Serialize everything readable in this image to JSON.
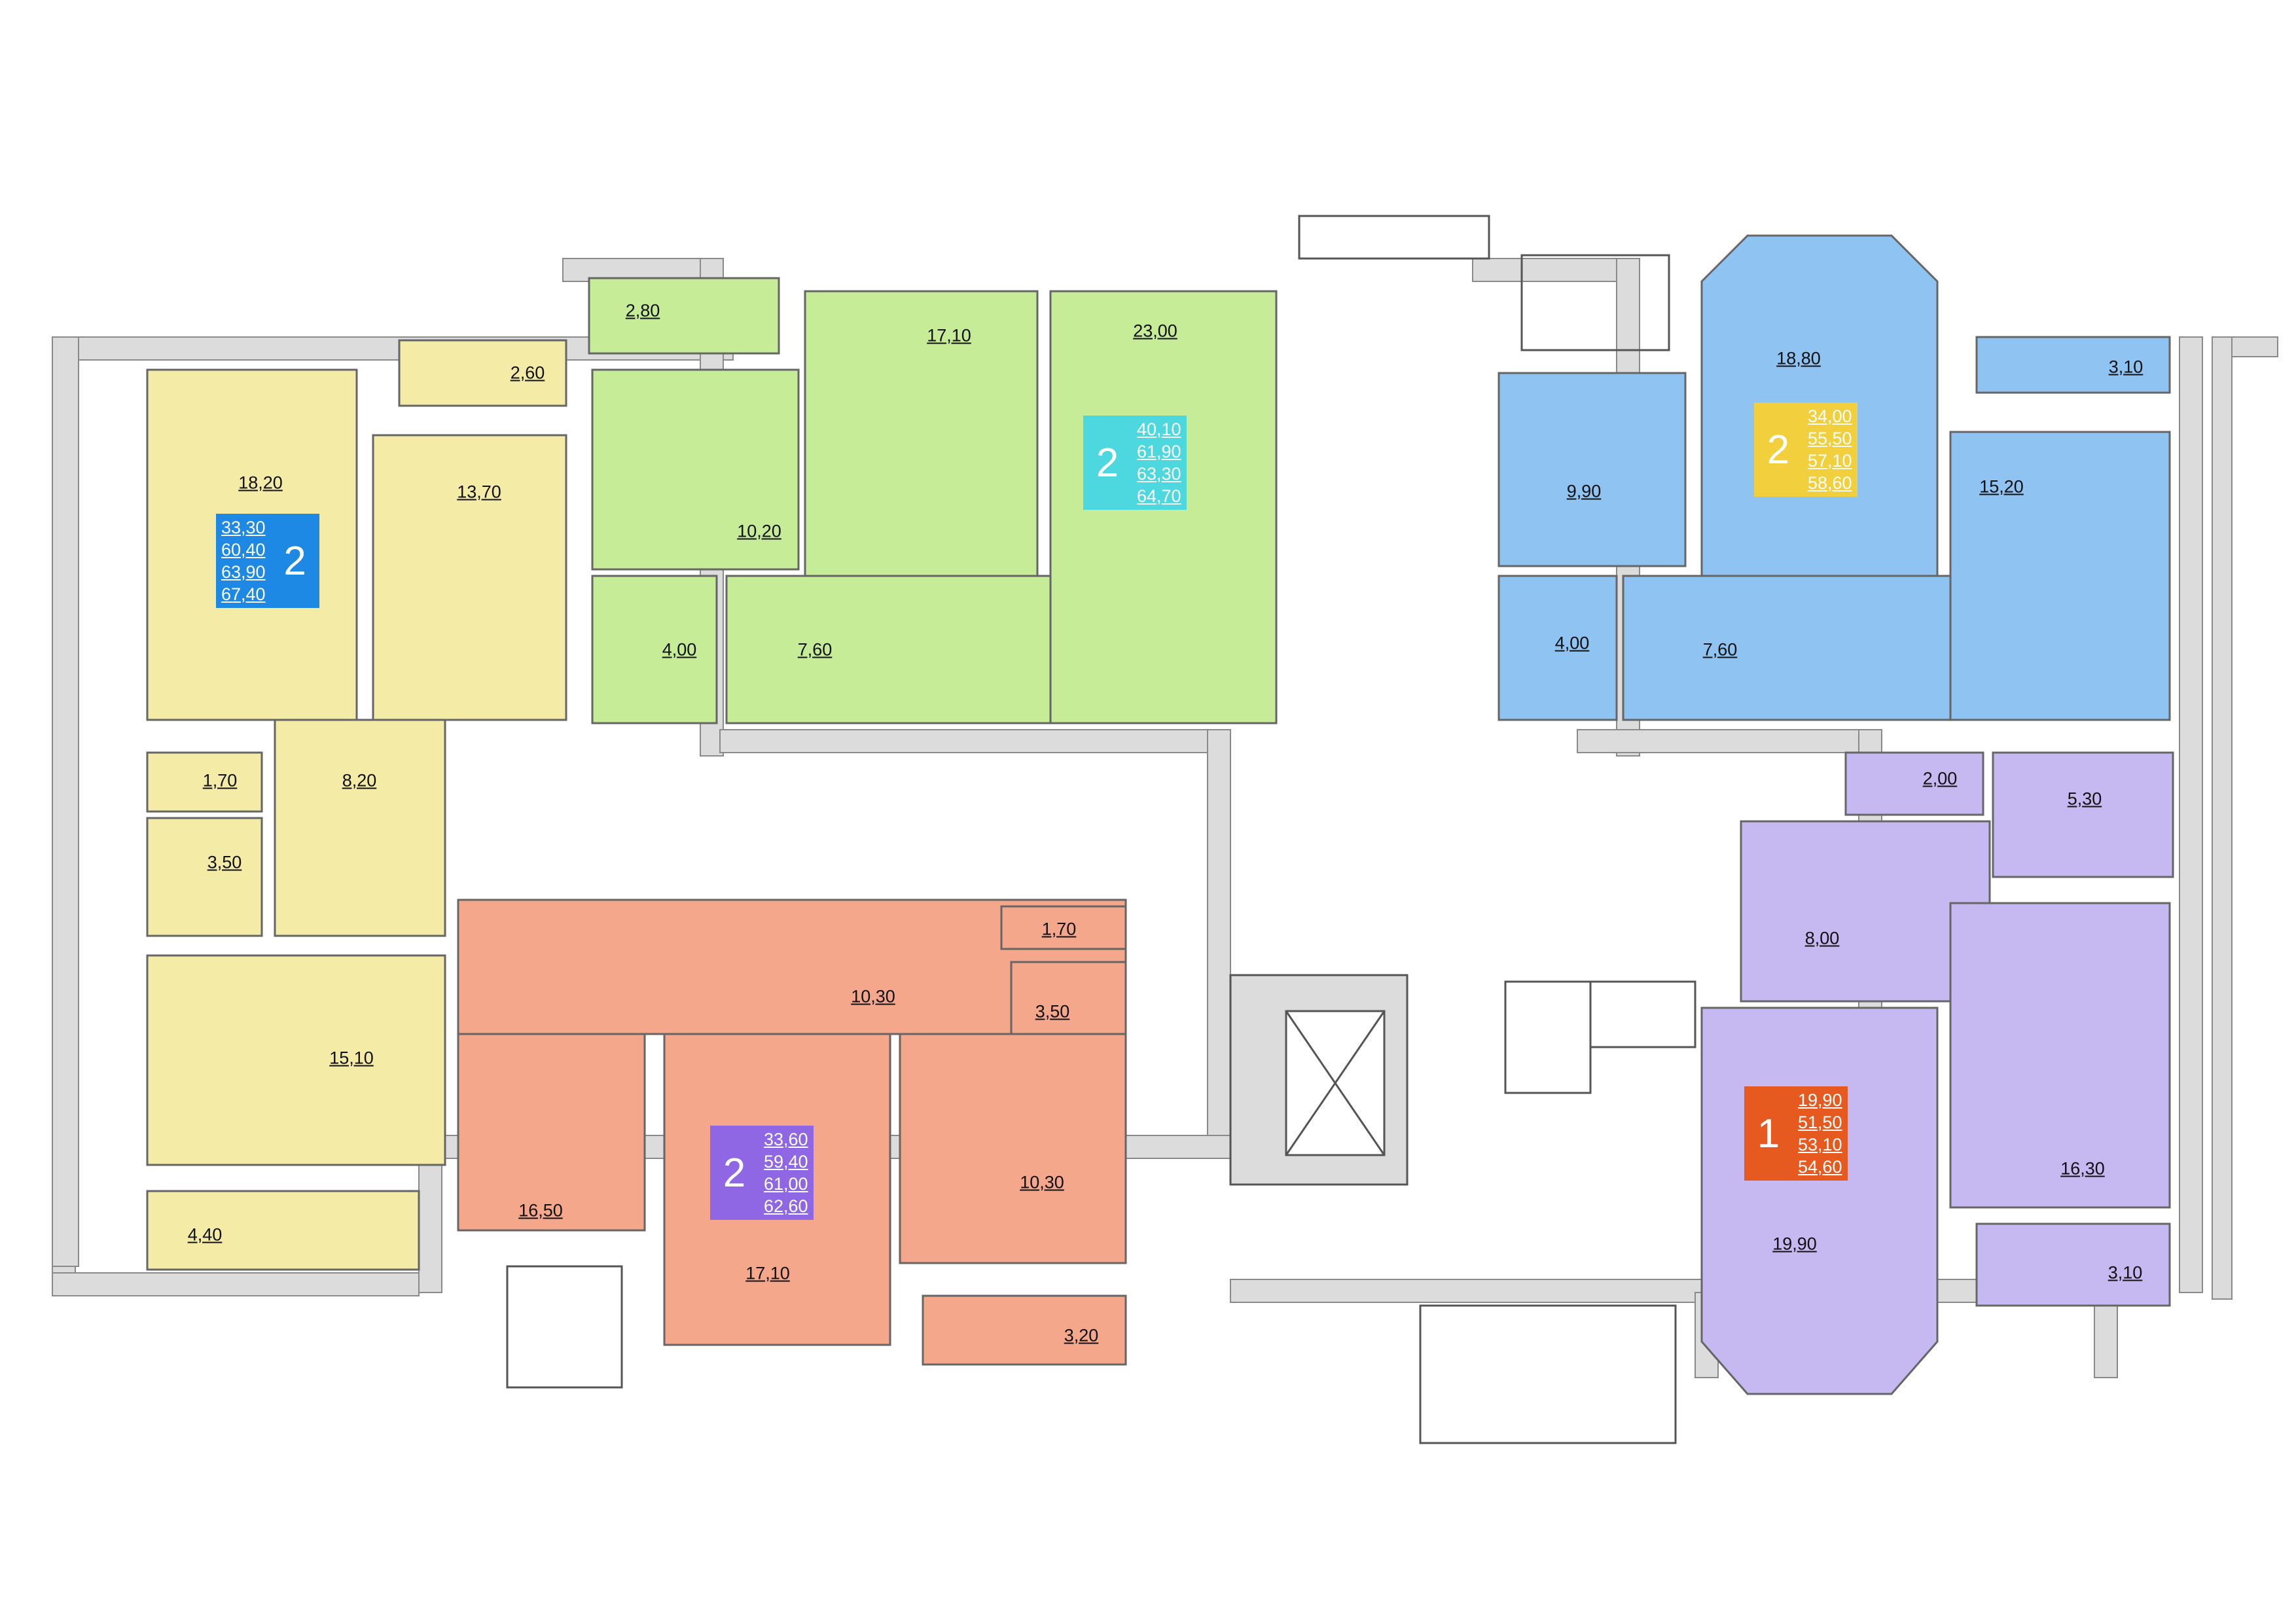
{
  "colors": {
    "yellow": "#f3eba6",
    "green": "#c6ec97",
    "blue": "#8fc3f2",
    "salmon": "#f4a78a",
    "lavender": "#c6b8f1",
    "wall": "#dcdcdc",
    "badge_yellow_apt": "#1e88e5",
    "badge_green_apt": "#4dd8e0",
    "badge_blue_apt": "#f2cf3c",
    "badge_salmon_apt": "#8f67e5",
    "badge_lavender_apt": "#e65a1f"
  },
  "apartments": {
    "yellow": {
      "rooms": [
        "18,20",
        "13,70",
        "2,60",
        "8,20",
        "1,70",
        "3,50",
        "15,10",
        "4,40"
      ],
      "badge": {
        "rooms": "2",
        "areas": [
          "33,30",
          "60,40",
          "63,90",
          "67,40"
        ]
      }
    },
    "green": {
      "rooms": [
        "2,80",
        "17,10",
        "23,00",
        "10,20",
        "4,00",
        "7,60"
      ],
      "badge": {
        "rooms": "2",
        "areas": [
          "40,10",
          "61,90",
          "63,30",
          "64,70"
        ]
      }
    },
    "blue": {
      "rooms": [
        "18,80",
        "3,10",
        "9,90",
        "15,20",
        "4,00",
        "7,60"
      ],
      "badge": {
        "rooms": "2",
        "areas": [
          "34,00",
          "55,50",
          "57,10",
          "58,60"
        ]
      }
    },
    "salmon": {
      "rooms": [
        "10,30",
        "1,70",
        "3,50",
        "16,50",
        "17,10",
        "10,30",
        "3,20"
      ],
      "badge": {
        "rooms": "2",
        "areas": [
          "33,60",
          "59,40",
          "61,00",
          "62,60"
        ]
      }
    },
    "lavender": {
      "rooms": [
        "2,00",
        "5,30",
        "8,00",
        "19,90",
        "16,30",
        "3,10"
      ],
      "badge": {
        "rooms": "1",
        "areas": [
          "19,90",
          "51,50",
          "53,10",
          "54,60"
        ]
      }
    }
  }
}
